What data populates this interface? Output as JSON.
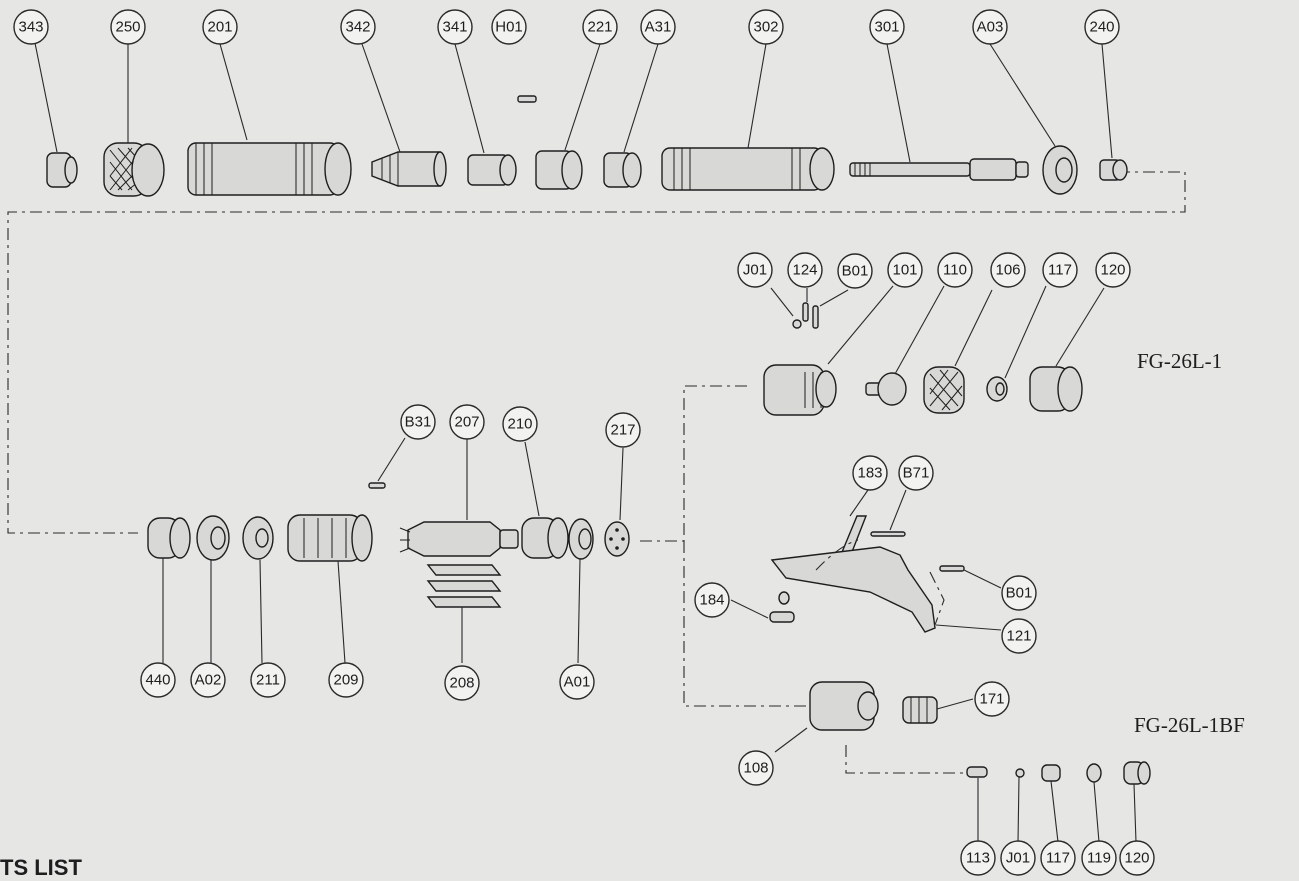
{
  "models": {
    "upper": "FG-26L-1",
    "lower": "FG-26L-1BF"
  },
  "section_title": "TS LIST",
  "callouts": {
    "c343": "343",
    "c250": "250",
    "c201": "201",
    "c342": "342",
    "c341": "341",
    "cH01": "H01",
    "c221": "221",
    "cA31": "A31",
    "c302": "302",
    "c301": "301",
    "cA03": "A03",
    "c240": "240",
    "cJ01a": "J01",
    "c124": "124",
    "cB01a": "B01",
    "c101": "101",
    "c110": "110",
    "c106": "106",
    "c117a": "117",
    "c120a": "120",
    "cB31": "B31",
    "c207": "207",
    "c210": "210",
    "c217": "217",
    "c183": "183",
    "cB71": "B71",
    "cB01b": "B01",
    "c184": "184",
    "c121": "121",
    "c440": "440",
    "cA02": "A02",
    "c211": "211",
    "c209": "209",
    "c208": "208",
    "cA01": "A01",
    "c171": "171",
    "c108": "108",
    "c113": "113",
    "cJ01b": "J01",
    "c117b": "117",
    "c119": "119",
    "c120b": "120"
  }
}
